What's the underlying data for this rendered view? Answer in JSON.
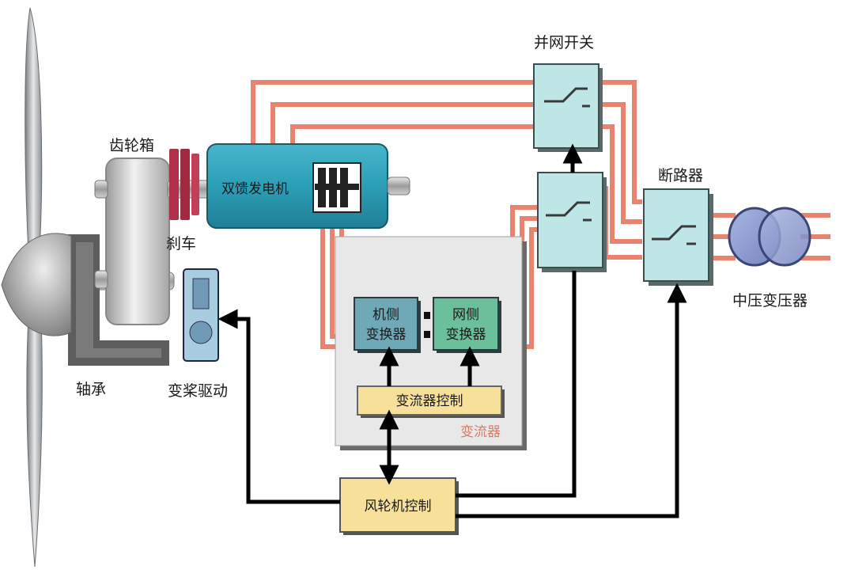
{
  "labels": {
    "gearbox": "齿轮箱",
    "generator": "双馈发电机",
    "brake": "刹车",
    "bearing": "轴承",
    "pitch_drive": "变桨驱动",
    "grid_switch": "并网开关",
    "breaker": "断路器",
    "mv_transformer": "中压变压器",
    "machine_side_line1": "机侧",
    "machine_side_line2": "变换器",
    "grid_side_line1": "网侧",
    "grid_side_line2": "变换器",
    "converter_control": "变流器控制",
    "converter": "变流器",
    "turbine_control": "风轮机控制"
  },
  "colors": {
    "power_line": "#e8836f",
    "control_line": "#000000",
    "switch_box": "#bfe6e6",
    "generator": "#2aa0b8",
    "control_box": "#f7e19a",
    "machine_converter": "#6fa9b8",
    "grid_converter": "#6bbf9b",
    "transformer": "#8f9fd0"
  }
}
